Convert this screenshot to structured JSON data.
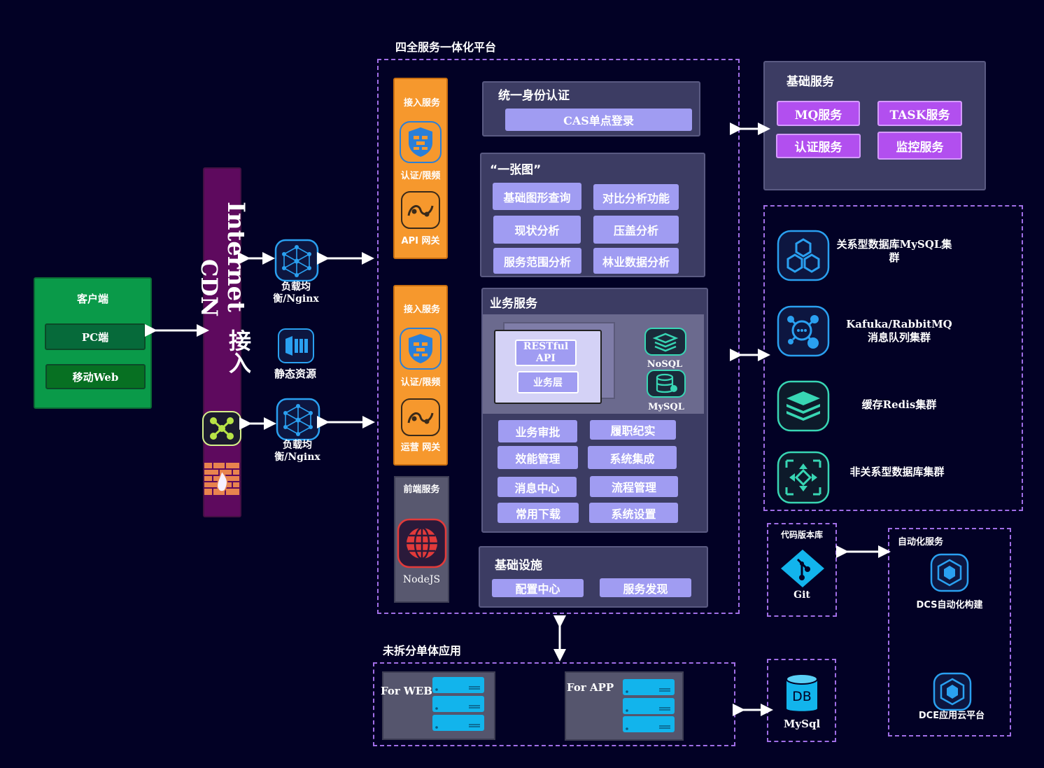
{
  "client": {
    "title": "客户端",
    "pc": "PC端",
    "mobile": "移动Web"
  },
  "cdn": {
    "internet": "Internet",
    "cdn_label": "CDN",
    "access": "接入"
  },
  "left_nodes": {
    "lb1": "负载均衡/Nginx",
    "static": "静态资源",
    "lb2": "负载均衡/Nginx"
  },
  "platform": {
    "title": "四全服务一体化平台",
    "access1": {
      "title": "接入服务",
      "auth": "认证/限频",
      "gateway": "API 网关"
    },
    "access2": {
      "title": "接入服务",
      "auth": "认证/限频",
      "gateway": "运营 网关"
    },
    "frontend": {
      "title": "前端服务",
      "nodejs": "NodeJS"
    },
    "identity": {
      "title": "统一身份认证",
      "cas": "CAS单点登录"
    },
    "onemap": {
      "title": "“一张图”",
      "items": [
        "基础图形查询",
        "对比分析功能",
        "现状分析",
        "压盖分析",
        "服务范围分析",
        "林业数据分析"
      ]
    },
    "business": {
      "title": "业务服务",
      "restful": "RESTful API",
      "layer": "业务层",
      "nosql": "NoSQL",
      "mysql": "MySQL",
      "items": [
        "业务审批",
        "履职纪实",
        "效能管理",
        "系统集成",
        "消息中心",
        "流程管理",
        "常用下载",
        "系统设置"
      ]
    },
    "infra": {
      "title": "基础设施",
      "config": "配置中心",
      "discovery": "服务发现"
    }
  },
  "base_services": {
    "title": "基础服务",
    "items": [
      "MQ服务",
      "TASK服务",
      "认证服务",
      "监控服务"
    ]
  },
  "clusters": {
    "mysql": "关系型数据库MySQL集群",
    "mq": "Kafuka/RabbitMQ消息队列集群",
    "redis": "缓存Redis集群",
    "nosql": "非关系型数据库集群"
  },
  "repo": {
    "title": "代码版本库",
    "git": "Git"
  },
  "automation": {
    "title": "自动化服务",
    "dcs": "DCS自动化构建",
    "dce": "DCE应用云平台"
  },
  "monolith": {
    "title": "未拆分单体应用",
    "web": "For WEB",
    "app": "For APP"
  },
  "mysql_db": {
    "db": "DB",
    "label": "MySql"
  },
  "colors": {
    "background": "#020125",
    "accent_purple": "#a06ee6",
    "orange": "#f6982d",
    "client_green": "#0a9a49",
    "cdn_purple": "#5e0a5e",
    "pill_lavender": "#a09cf2",
    "icon_blue": "#2aa0f0",
    "icon_teal": "#38d6b4",
    "server_cyan": "#12b4ec"
  }
}
